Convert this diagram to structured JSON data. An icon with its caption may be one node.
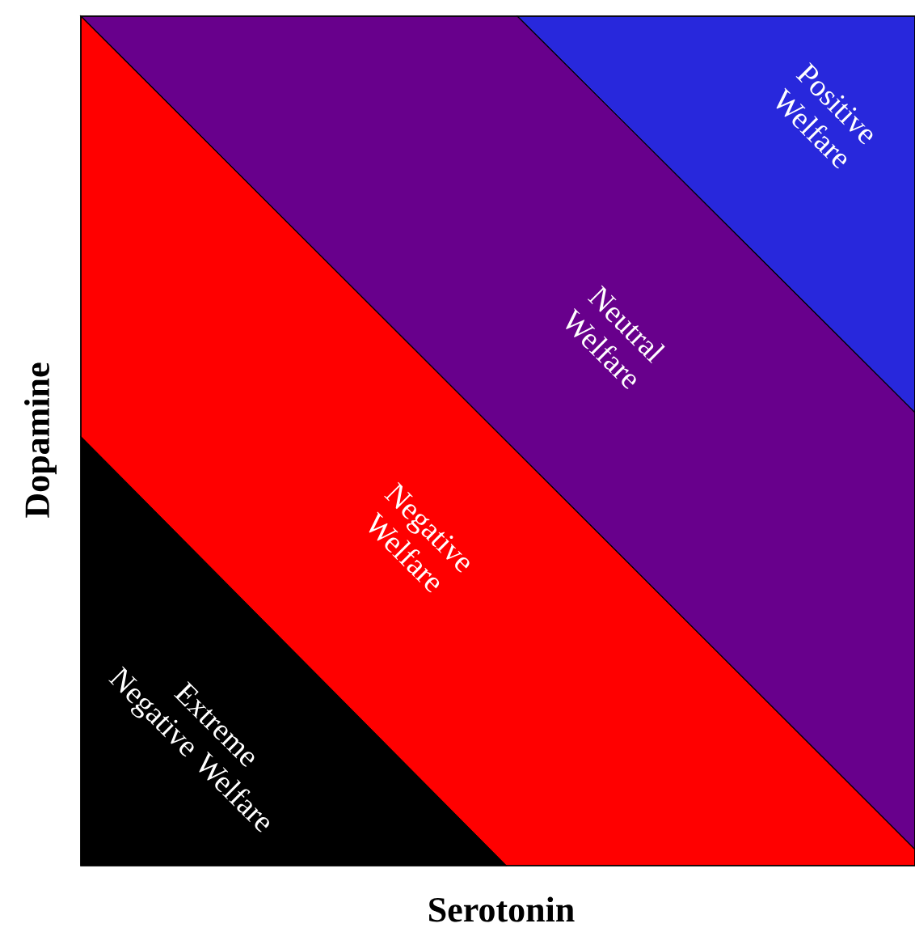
{
  "diagram": {
    "nodes": [
      {
        "text": [
          "Positive Welfare"
        ]
      },
      {
        "text": [
          "Neutral Welfare"
        ]
      },
      {
        "text": [
          "Negative Welfare"
        ]
      },
      {
        "text": [
          "Extreme Negative Welfare"
        ]
      }
    ],
    "labels": [
      "Dopamine",
      "Serotonin"
    ]
  }
}
